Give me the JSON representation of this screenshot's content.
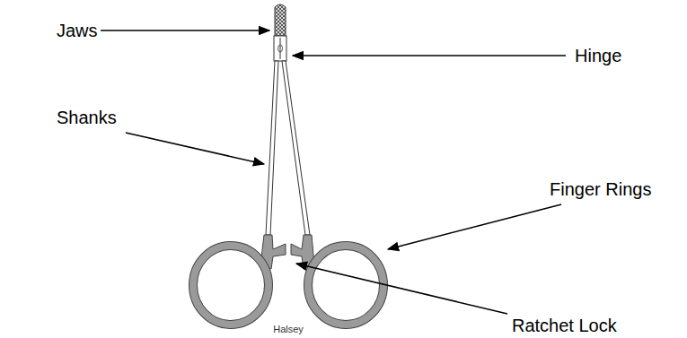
{
  "diagram": {
    "labels": [
      "Jaws",
      "Hinge",
      "Shanks",
      "Finger Rings",
      "Ratchet Lock",
      "Halsey"
    ]
  }
}
